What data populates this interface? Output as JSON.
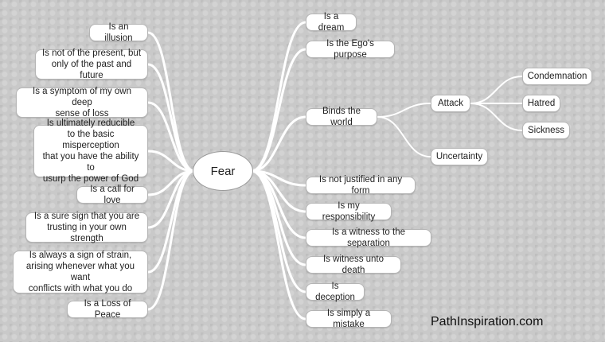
{
  "center": "Fear",
  "left": [
    "Is an illusion",
    "Is not of the present, but\nonly of the past and future",
    "Is a symptom of my own deep\nsense of loss",
    "Is ultimately reducible\nto the basic misperception\nthat you have the ability to\nusurp the power of God",
    "Is a call for love",
    "Is a sure sign that you are\ntrusting in your own strength",
    "Is always a sign of strain,\narising whenever what you want\nconflicts with what you do",
    "Is a Loss of Peace"
  ],
  "right": [
    "Is a dream",
    "Is the Ego's purpose",
    "Binds the world",
    "Is not justified in any form",
    "Is my responsibility",
    "Is a witness to the separation",
    "Is witness unto death",
    "Is deception",
    "Is simply a mistake"
  ],
  "binds": [
    "Attack",
    "Uncertainty"
  ],
  "attack": [
    "Condemnation",
    "Hatred",
    "Sickness"
  ],
  "watermark": "PathInspiration.com",
  "colors": {
    "background": "#c9c9c9",
    "node": "#ffffff",
    "connector": "#ffffff"
  }
}
